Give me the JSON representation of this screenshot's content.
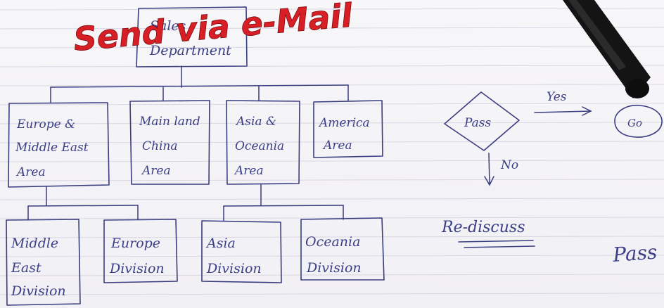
{
  "title": "Send via e-Mail",
  "diagram": {
    "root": [
      "Sales",
      "Department"
    ],
    "areas": [
      [
        "Europe &",
        "Middle East",
        "Area"
      ],
      [
        "Main land",
        "China",
        "Area"
      ],
      [
        "Asia &",
        "Oceania",
        "Area"
      ],
      [
        "America",
        "Area"
      ]
    ],
    "divisions": [
      [
        "Middle",
        "East",
        "Division"
      ],
      [
        "Europe",
        "Division"
      ],
      [
        "Asia",
        "Division"
      ],
      [
        "Oceania",
        "Division"
      ]
    ],
    "flow": {
      "decision": "Pass",
      "yes": "Yes",
      "no": "No",
      "go": "Go",
      "rediscuss": "Re-discuss",
      "scribble": "Pass"
    }
  },
  "colors": {
    "ink": "#3a3d80",
    "title_red": "#d81f26",
    "rule_line": "#d9d7e2",
    "marker": "#151515"
  }
}
